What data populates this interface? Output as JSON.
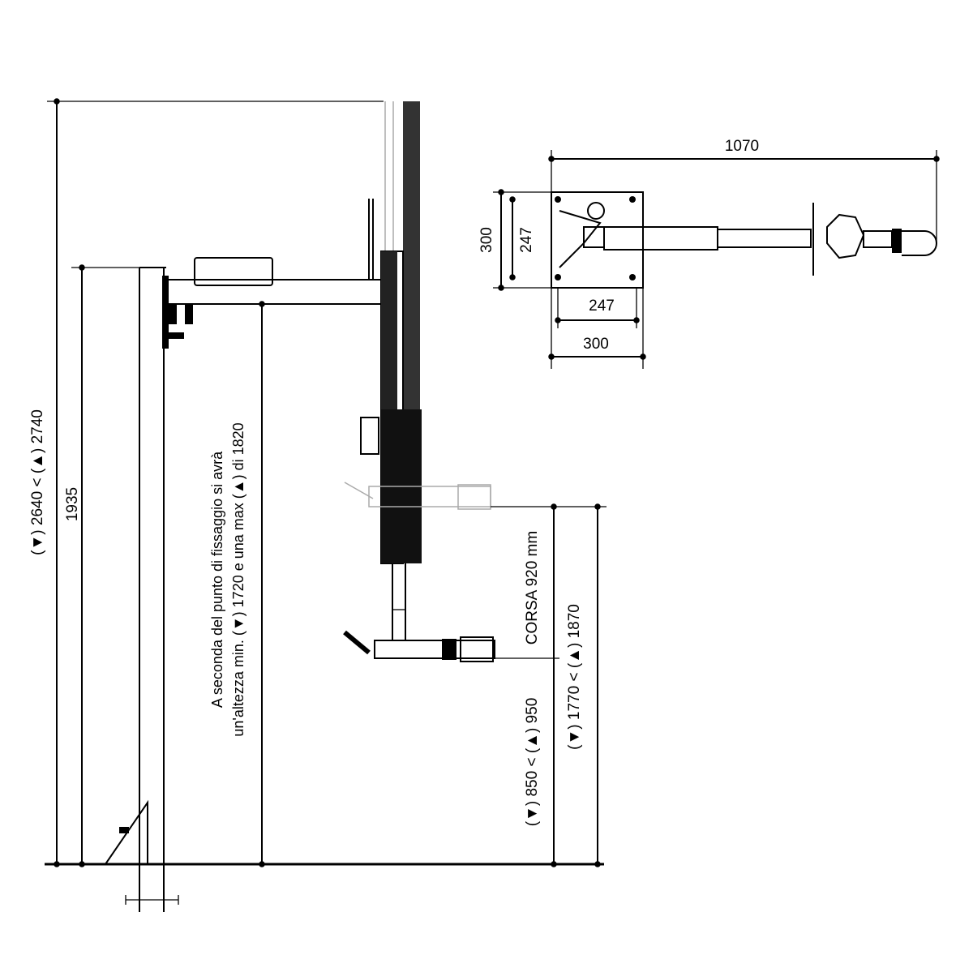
{
  "side_view": {
    "total_height_label": "(▼) 2640 < (▲) 2740",
    "post_height_label": "1935",
    "fixing_note_line1": "A seconda del punto di fissaggio si avrà",
    "fixing_note_line2": "un'altezza min. (▼) 1720 e una max (▲) di 1820",
    "stroke_label": "CORSA 920 mm",
    "low_height_label": "(▼) 850 < (▲) 950",
    "high_height_label": "(▼) 1770 < (▲) 1870"
  },
  "top_view": {
    "reach_label": "1070",
    "plate_height_outer": "300",
    "plate_height_inner": "247",
    "plate_width_inner": "247",
    "plate_width_outer": "300"
  },
  "colors": {
    "line": "#000000",
    "ghost": "#aaaaaa",
    "column": "#111111"
  }
}
